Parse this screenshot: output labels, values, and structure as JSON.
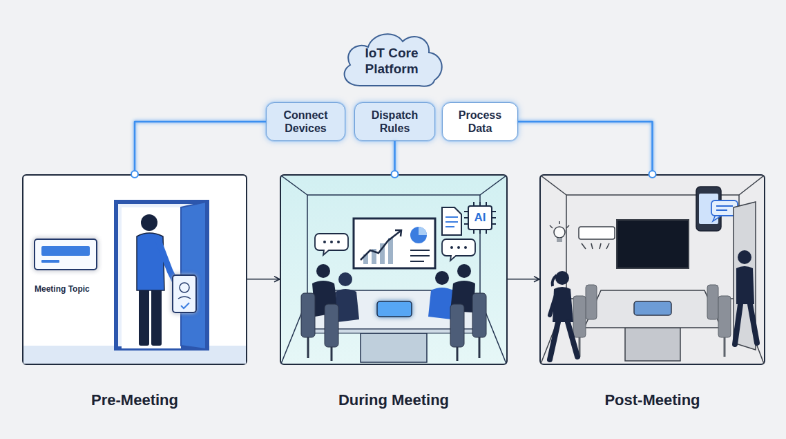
{
  "diagram": {
    "nodes": [
      {
        "text": [
          "IoT Core Platform"
        ]
      },
      {
        "text": [
          "Connect Devices"
        ]
      },
      {
        "text": [
          "Dispatch Rules"
        ]
      },
      {
        "text": [
          "Process Data"
        ]
      },
      {
        "text": [
          "Pre-Meeting"
        ]
      },
      {
        "text": [
          "During Meeting"
        ]
      },
      {
        "text": [
          "Post-Meeting"
        ]
      }
    ],
    "edges": [
      {
        "from": 1,
        "to": 4,
        "arrow": "none"
      },
      {
        "from": 2,
        "to": 5,
        "arrow": "none"
      },
      {
        "from": 3,
        "to": 6,
        "arrow": "none"
      },
      {
        "from": 4,
        "to": 5,
        "arrow": "to"
      },
      {
        "from": 5,
        "to": 6,
        "arrow": "to"
      }
    ],
    "labels": [
      "Meeting Topic",
      "AI"
    ]
  }
}
